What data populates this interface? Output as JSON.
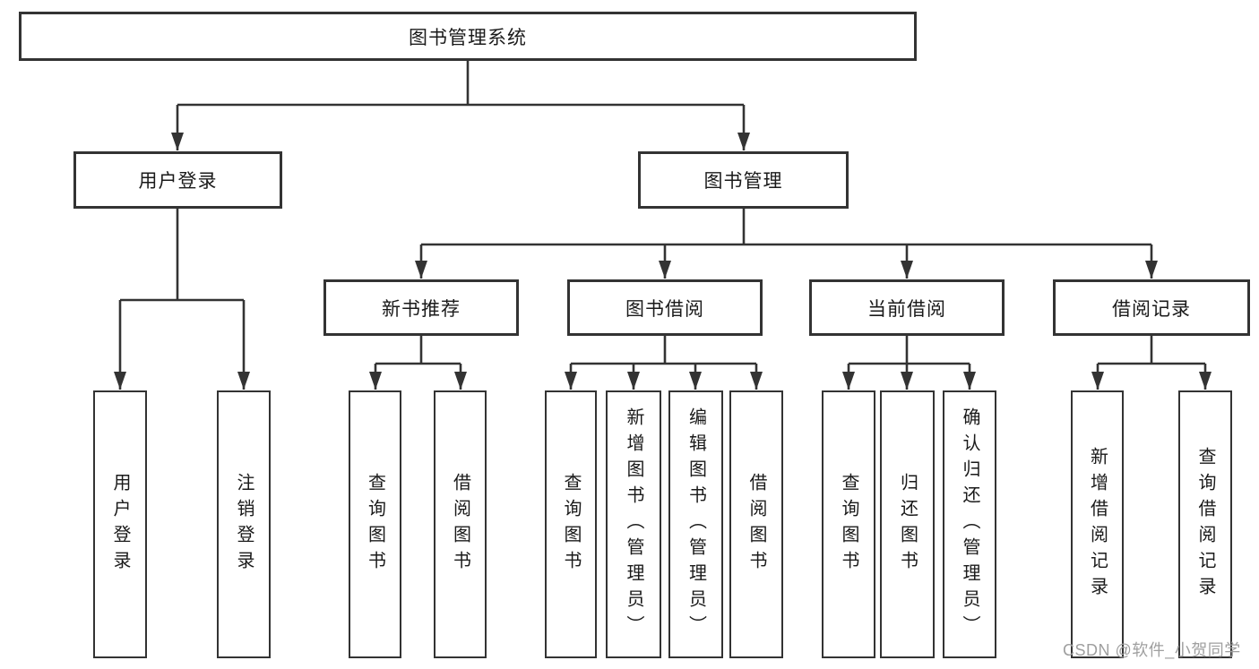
{
  "diagram": {
    "title": "图书管理系统",
    "root": {
      "label": "图书管理系统"
    },
    "branches": [
      {
        "label": "用户登录",
        "children": [
          {
            "label": "用户登录"
          },
          {
            "label": "注销登录"
          }
        ]
      },
      {
        "label": "图书管理",
        "sections": [
          {
            "label": "新书推荐",
            "children": [
              {
                "label": "查询图书"
              },
              {
                "label": "借阅图书"
              }
            ]
          },
          {
            "label": "图书借阅",
            "children": [
              {
                "label": "查询图书"
              },
              {
                "label": "新增图书（管理员）"
              },
              {
                "label": "编辑图书（管理员）"
              },
              {
                "label": "借阅图书"
              }
            ]
          },
          {
            "label": "当前借阅",
            "children": [
              {
                "label": "查询图书"
              },
              {
                "label": "归还图书"
              },
              {
                "label": "确认归还（管理员）"
              }
            ]
          },
          {
            "label": "借阅记录",
            "children": [
              {
                "label": "新增借阅记录"
              },
              {
                "label": "查询借阅记录"
              }
            ]
          }
        ]
      }
    ]
  },
  "watermark": {
    "text": "CSDN @软件_小贺同学"
  },
  "colors": {
    "line": "#333333",
    "box_border": "#333333",
    "text": "#1a1a1a",
    "watermark": "#9f9f9f",
    "background": "#ffffff"
  }
}
